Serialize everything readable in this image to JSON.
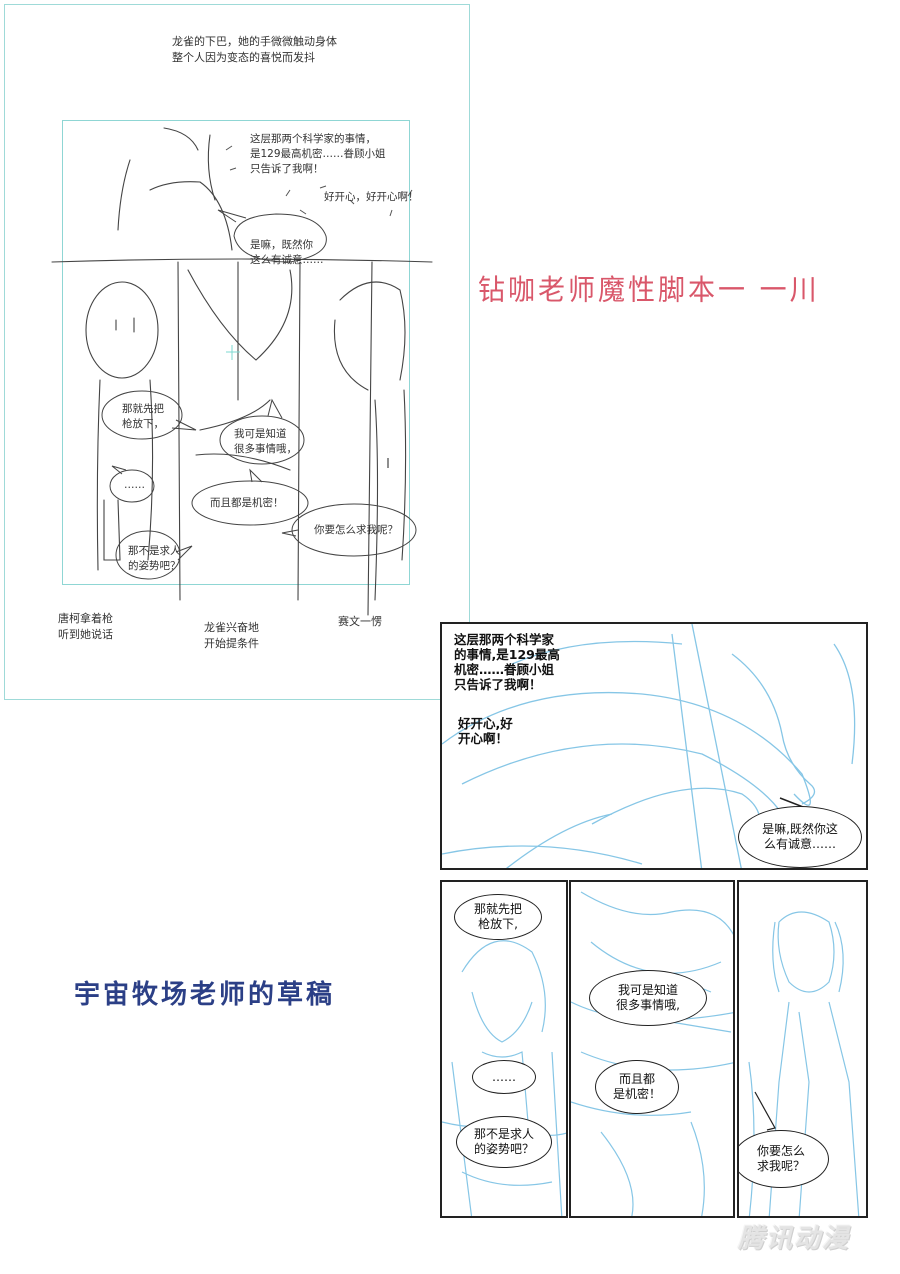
{
  "storyboard": {
    "caption_top": "龙雀的下巴，她的手微微触动身体\n整个人因为变态的喜悦而发抖",
    "dialogue": {
      "secret": "这层那两个科学家的事情，\n是129最高机密……眷顾小姐\n只告诉了我啊！",
      "happy": "好开心，好开心啊！",
      "sincere": "是嘛，既然你\n这么有诚意……",
      "drop_gun": "那就先把\n枪放下，",
      "ellipsis": "……",
      "know_much": "我可是知道\n很多事情哦，",
      "secrets": "而且都是机密！",
      "how_beg": "你要怎么求我呢？",
      "not_begging": "那不是求人\n的姿势吧？",
      "exclaim": "!"
    },
    "notes": [
      "唐柯拿着枪\n听到她说话",
      "龙雀兴奋地\n开始提条件",
      "赛文一愣"
    ]
  },
  "titles": {
    "red": "钻咖老师魔性脚本一 一川",
    "blue": "宇宙牧场老师的草稿"
  },
  "comic": {
    "panel1": {
      "narration_1": "这层那两个科学家\n的事情,是129最高\n机密……眷顾小姐\n只告诉了我啊！",
      "narration_2": "好开心,好\n开心啊！",
      "bubble": "是嘛,既然你这\n么有诚意……"
    },
    "panel2": {
      "bubble_1": "那就先把\n枪放下,",
      "bubble_2": "……",
      "bubble_3": "那不是求人\n的姿势吧？"
    },
    "panel3": {
      "bubble_1": "我可是知道\n很多事情哦,",
      "bubble_2": "而且都\n是机密！"
    },
    "panel4": {
      "bubble_1": "你要怎么\n求我呢？"
    }
  },
  "watermark": "腾讯动漫",
  "colors": {
    "guide_cyan": "#8fd6d4",
    "sketch_blue": "#7cc3e6",
    "title_red": "#d9576a",
    "title_navy": "#2b3f86"
  }
}
